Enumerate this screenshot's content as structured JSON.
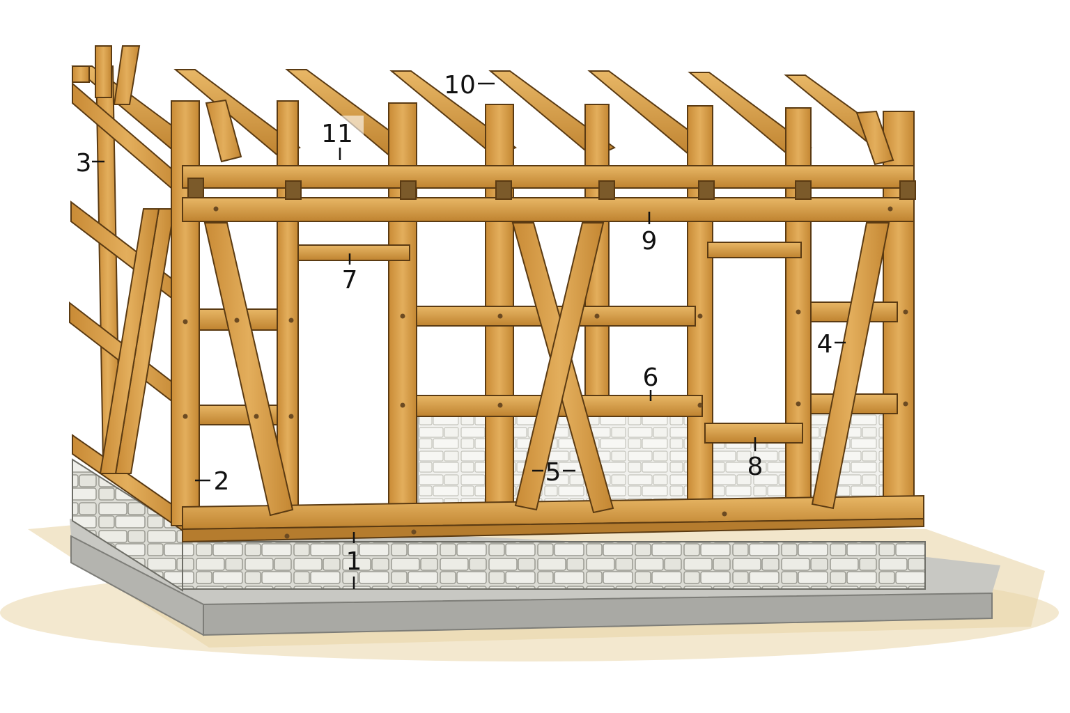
{
  "diagram": {
    "subject": "timber-frame-wall-section",
    "labels": [
      {
        "id": "1",
        "text": "1"
      },
      {
        "id": "2",
        "text": "2"
      },
      {
        "id": "3",
        "text": "3"
      },
      {
        "id": "4",
        "text": "4"
      },
      {
        "id": "5",
        "text": "5"
      },
      {
        "id": "6",
        "text": "6"
      },
      {
        "id": "7",
        "text": "7"
      },
      {
        "id": "8",
        "text": "8"
      },
      {
        "id": "9",
        "text": "9"
      },
      {
        "id": "10",
        "text": "10"
      },
      {
        "id": "11",
        "text": "11"
      }
    ],
    "colors": {
      "timber": "#d9a24e",
      "timber_dark": "#b37a2c",
      "stone": "#d8d8d2",
      "slab": "#bdbdb8",
      "ground": "#e7d2a6"
    }
  }
}
